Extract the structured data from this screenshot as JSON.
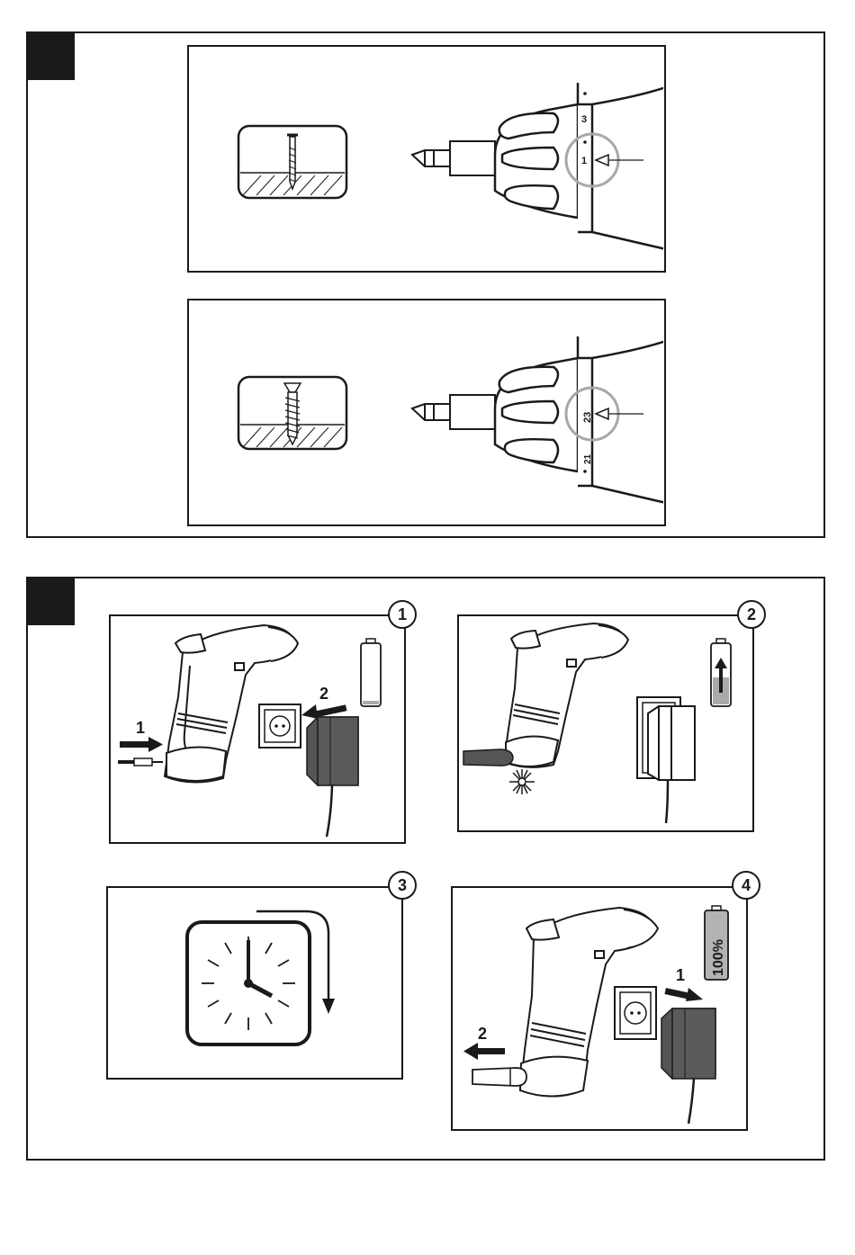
{
  "fig_top": {
    "panel_a": {
      "scale_labels": [
        "3",
        "1"
      ]
    },
    "panel_b": {
      "scale_labels": [
        "23",
        "21"
      ]
    }
  },
  "fig_bottom": {
    "step1": {
      "number": "1",
      "arrow_plug": "1",
      "arrow_adapter": "2"
    },
    "step2": {
      "number": "2"
    },
    "step3": {
      "number": "3"
    },
    "step4": {
      "number": "4",
      "arrow_adapter": "1",
      "arrow_plug": "2",
      "battery_label": "100%"
    }
  },
  "icons": [
    "screw-in-wood-icon",
    "screwdriver-chuck-icon",
    "battery-icon",
    "wall-socket-icon",
    "power-adapter-icon",
    "clock-icon"
  ]
}
